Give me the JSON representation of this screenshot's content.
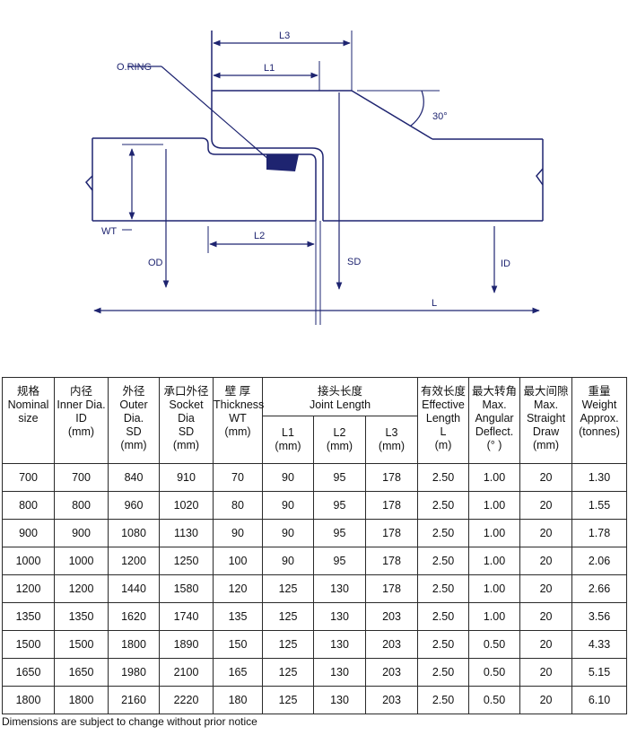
{
  "diagram": {
    "labels": {
      "l3": "L3",
      "l1": "L1",
      "oring": "O.RING",
      "angle": "30°",
      "wt": "WT",
      "l2": "L2",
      "od": "OD",
      "sd": "SD",
      "id": "ID",
      "l": "L"
    }
  },
  "table": {
    "headers": {
      "size": {
        "cn": "规格",
        "en": [
          "Nominal",
          "size"
        ]
      },
      "id": {
        "cn": "内径",
        "en": [
          "Inner Dia.",
          "ID",
          "(mm)"
        ]
      },
      "od": {
        "cn": "外径",
        "en": [
          "Outer Dia.",
          "SD",
          "(mm)"
        ]
      },
      "sd": {
        "cn": "承口外径",
        "en": [
          "Socket Dia",
          "SD",
          "(mm)"
        ]
      },
      "wt": {
        "cn": "壁 厚",
        "en": [
          "Thickness",
          "WT",
          "(mm)"
        ]
      },
      "joint": {
        "cn": "接头长度",
        "en": [
          "Joint Length"
        ]
      },
      "l1": [
        "L1",
        "(mm)"
      ],
      "l2": [
        "L2",
        "(mm)"
      ],
      "l3": [
        "L3",
        "(mm)"
      ],
      "len": {
        "cn": "有效长度",
        "en": [
          "Effective",
          "Length",
          "L",
          "(m)"
        ]
      },
      "ang": {
        "cn": "最大转角",
        "en": [
          "Max.",
          "Angular",
          "Deflect.",
          "(°  )"
        ]
      },
      "draw": {
        "cn": "最大间隙",
        "en": [
          "Max.",
          "Straight",
          "Draw",
          "(mm)"
        ]
      },
      "wgt": {
        "cn": "重量",
        "en": [
          "Weight",
          "Approx.",
          "(tonnes)"
        ]
      }
    },
    "rows": [
      [
        "700",
        "700",
        "840",
        "910",
        "70",
        "90",
        "95",
        "178",
        "2.50",
        "1.00",
        "20",
        "1.30"
      ],
      [
        "800",
        "800",
        "960",
        "1020",
        "80",
        "90",
        "95",
        "178",
        "2.50",
        "1.00",
        "20",
        "1.55"
      ],
      [
        "900",
        "900",
        "1080",
        "1130",
        "90",
        "90",
        "95",
        "178",
        "2.50",
        "1.00",
        "20",
        "1.78"
      ],
      [
        "1000",
        "1000",
        "1200",
        "1250",
        "100",
        "90",
        "95",
        "178",
        "2.50",
        "1.00",
        "20",
        "2.06"
      ],
      [
        "1200",
        "1200",
        "1440",
        "1580",
        "120",
        "125",
        "130",
        "178",
        "2.50",
        "1.00",
        "20",
        "2.66"
      ],
      [
        "1350",
        "1350",
        "1620",
        "1740",
        "135",
        "125",
        "130",
        "203",
        "2.50",
        "1.00",
        "20",
        "3.56"
      ],
      [
        "1500",
        "1500",
        "1800",
        "1890",
        "150",
        "125",
        "130",
        "203",
        "2.50",
        "0.50",
        "20",
        "4.33"
      ],
      [
        "1650",
        "1650",
        "1980",
        "2100",
        "165",
        "125",
        "130",
        "203",
        "2.50",
        "0.50",
        "20",
        "5.15"
      ],
      [
        "1800",
        "1800",
        "2160",
        "2220",
        "180",
        "125",
        "130",
        "203",
        "2.50",
        "0.50",
        "20",
        "6.10"
      ]
    ]
  },
  "note": "Dimensions are subject to change without prior notice",
  "colors": {
    "line": "#1e2470",
    "text": "#111111",
    "border": "#2a2a2a"
  }
}
